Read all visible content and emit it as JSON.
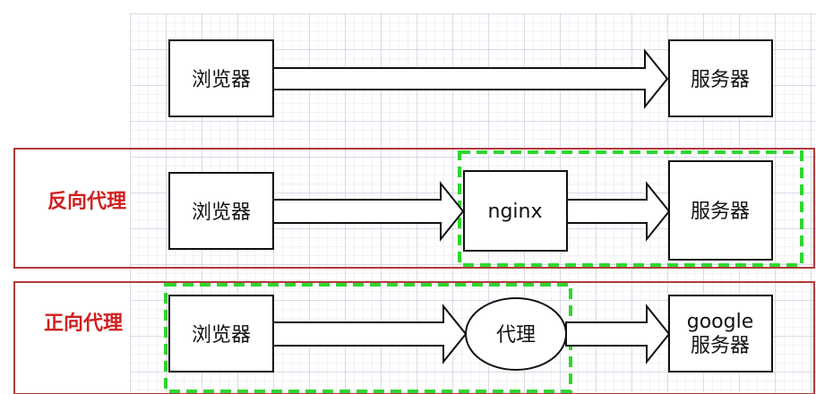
{
  "colors": {
    "row_border": "#b03a3a",
    "row_label": "#d11f1f",
    "highlight_dash": "#2fd62f",
    "stroke": "#111111"
  },
  "row1": {
    "browser": "浏览器",
    "server": "服务器"
  },
  "row2": {
    "label": "反向代理",
    "browser": "浏览器",
    "proxy": "nginx",
    "server": "服务器"
  },
  "row3": {
    "label": "正向代理",
    "browser": "浏览器",
    "proxy": "代理",
    "server_line1": "google",
    "server_line2": "服务器"
  }
}
